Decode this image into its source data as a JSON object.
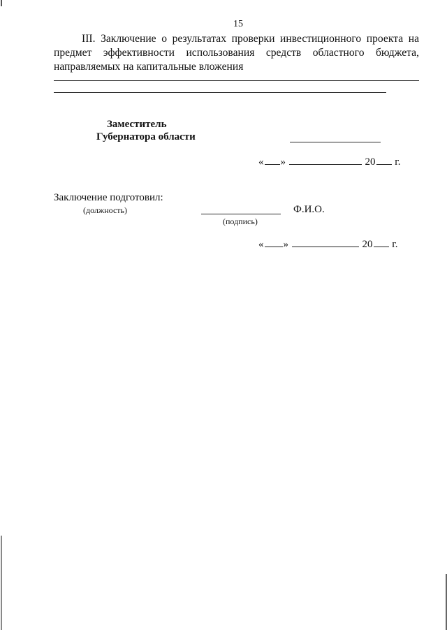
{
  "document": {
    "page_number": "15",
    "section_heading_lines": [
      "III. Заключение о результатах проверки инвестиционного проекта на",
      "предмет эффективности    использования средств областного бюджета,",
      "направляемых на капитальные вложения"
    ],
    "signatory": {
      "title_line1": "Заместитель",
      "title_line2": "Губернатора области",
      "date": {
        "open_quote": "«",
        "close_quote": "»",
        "year_prefix": "20",
        "year_suffix": "г."
      }
    },
    "prepared_by": {
      "label": "Заключение подготовил:",
      "position_caption": "(должность)",
      "signature_caption": "(подпись)",
      "name_caption": "Ф.И.О.",
      "date": {
        "open_quote": "«",
        "close_quote": "»",
        "year_prefix": "20",
        "year_suffix": "г."
      }
    }
  }
}
